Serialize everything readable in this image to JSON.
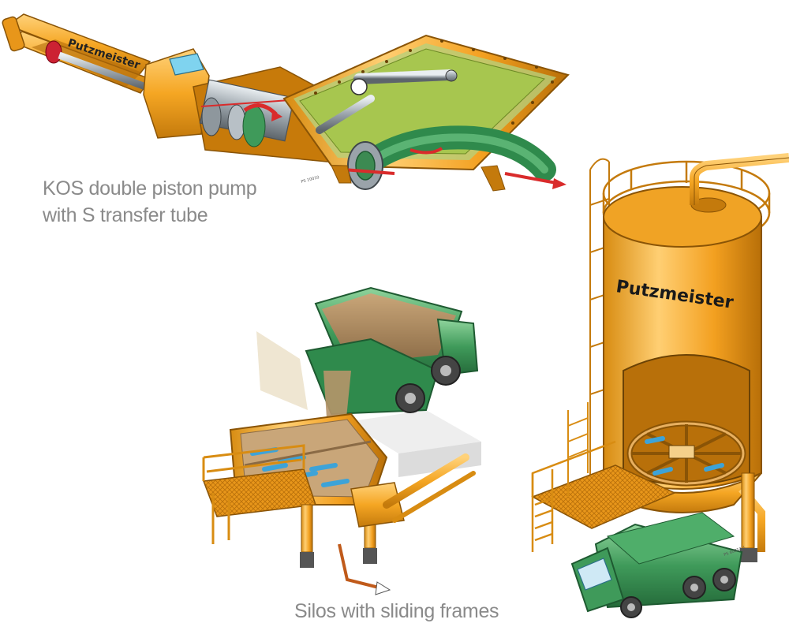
{
  "captions": {
    "pump": [
      "KOS double piston pump",
      "with S transfer tube"
    ],
    "silo": "Silos with sliding frames"
  },
  "labels": {
    "pump_brand": "Putzmeister",
    "silo_brand": "Putzmeister",
    "pump_ref": "PS 10010",
    "silo_ref": "PS 60810-1"
  },
  "colors": {
    "orange": "#f5a623",
    "orange_dark": "#c47a0c",
    "green": "#3f9a5a",
    "steel": "#9aa3aa",
    "red": "#d92b2b",
    "caption": "#8a8a8a"
  }
}
